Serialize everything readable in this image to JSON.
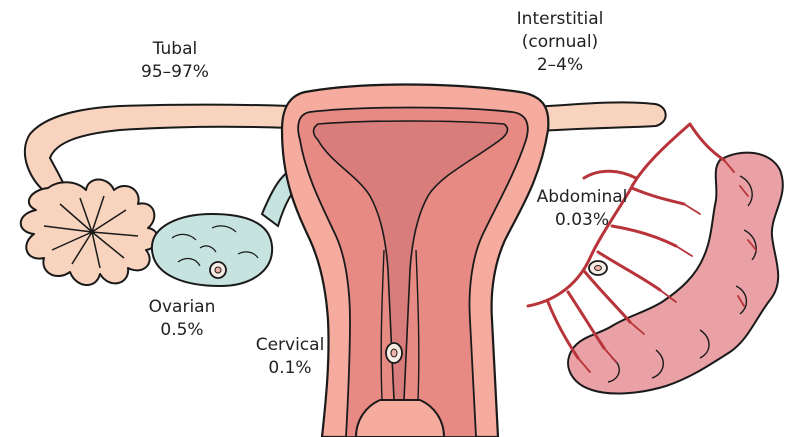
{
  "colors": {
    "tube": "#f8d3bd",
    "ovary": "#c6e3df",
    "uterus_outer": "#f5ab9e",
    "uterus_inner": "#e88a84",
    "cavity": "#d97d7c",
    "vessel": "#b8343a",
    "bowel": "#e9a1a6",
    "outline": "#1a1a1a"
  },
  "labels": {
    "tubal": {
      "name": "Tubal",
      "pct": "95–97%"
    },
    "interstitial": {
      "name": "Interstitial",
      "sub": "(cornual)",
      "pct": "2–4%"
    },
    "abdominal": {
      "name": "Abdominal",
      "pct": "0.03%"
    },
    "ovarian": {
      "name": "Ovarian",
      "pct": "0.5%"
    },
    "cervical": {
      "name": "Cervical",
      "pct": "0.1%"
    }
  }
}
